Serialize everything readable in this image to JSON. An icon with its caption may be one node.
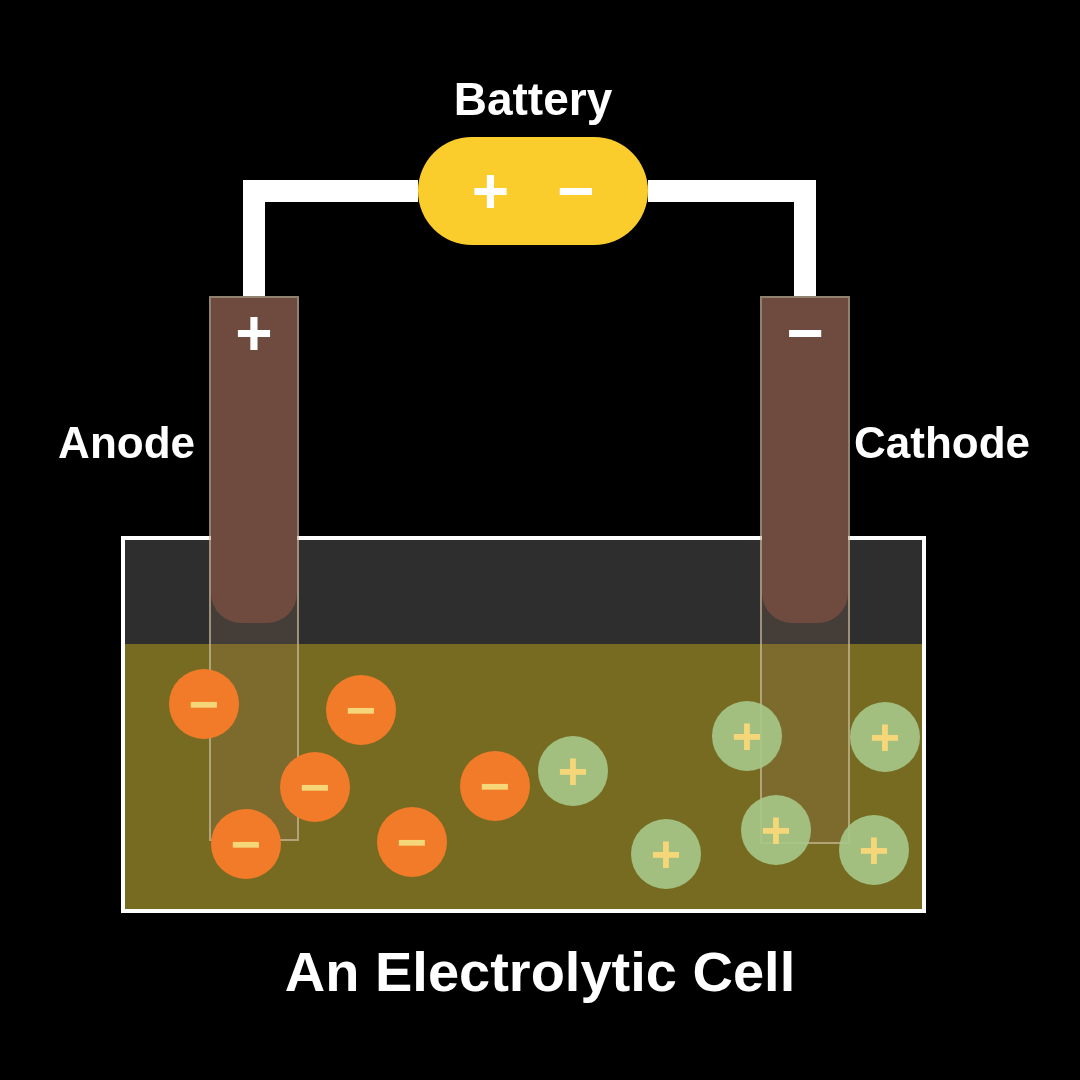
{
  "diagram": {
    "caption": "An Electrolytic Cell",
    "nodes": [
      {
        "text": [
          "Battery",
          "+",
          "−"
        ]
      },
      {
        "text": [
          "Anode",
          "+"
        ]
      },
      {
        "text": [
          "Cathode",
          "−"
        ]
      },
      {
        "text": [],
        "shape": "box"
      },
      {
        "text": [
          "−"
        ],
        "in": 3
      },
      {
        "text": [
          "−"
        ],
        "in": 3
      },
      {
        "text": [
          "−"
        ],
        "in": 3
      },
      {
        "text": [
          "−"
        ],
        "in": 3
      },
      {
        "text": [
          "−"
        ],
        "in": 3
      },
      {
        "text": [
          "−"
        ],
        "in": 3
      },
      {
        "text": [
          "+"
        ],
        "in": 3
      },
      {
        "text": [
          "+"
        ],
        "in": 3
      },
      {
        "text": [
          "+"
        ],
        "in": 3
      },
      {
        "text": [
          "+"
        ],
        "in": 3
      },
      {
        "text": [
          "+"
        ],
        "in": 3
      },
      {
        "text": [
          "+"
        ],
        "in": 3
      }
    ],
    "edges": [
      {
        "from": 0,
        "to": 1,
        "arrow": "none"
      },
      {
        "from": 0,
        "to": 2,
        "arrow": "none"
      }
    ]
  }
}
